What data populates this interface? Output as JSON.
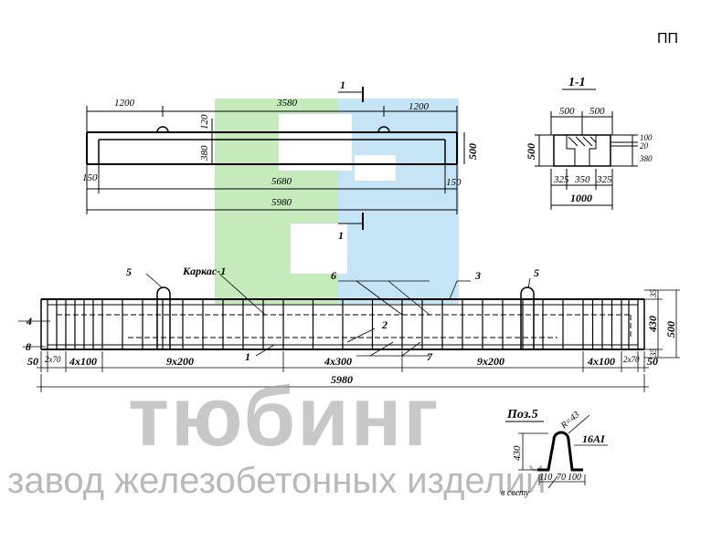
{
  "code": "ПП",
  "brand": {
    "name": "тюбинг",
    "tagline": "завод железобетонных изделий",
    "colors": {
      "green": "#bfe8b4",
      "blue": "#bfe2f5"
    }
  },
  "elevation": {
    "top_dims": [
      "1200",
      "3580",
      "1200"
    ],
    "height_dims": [
      "120",
      "380",
      "500"
    ],
    "bottom_dims": [
      "150",
      "5680",
      "150",
      "5980"
    ],
    "section_mark": "1"
  },
  "section": {
    "title": "1-1",
    "top_dims": [
      "500",
      "500"
    ],
    "left_dim": "500",
    "right_dims": [
      "100",
      "20",
      "380"
    ],
    "bottom_dims": [
      "325",
      "350",
      "325",
      "1000"
    ]
  },
  "cage": {
    "label": "Каркас-1",
    "positions": [
      "5",
      "6",
      "3",
      "5",
      "4",
      "2",
      "8",
      "1",
      "7"
    ],
    "right_dims": [
      "35",
      "430",
      "35",
      "500"
    ],
    "spacing": [
      "50",
      "2x70",
      "4x100",
      "9x200",
      "4x300",
      "9x200",
      "4x100",
      "2x70",
      "50"
    ],
    "total": "5980"
  },
  "detail": {
    "title": "Поз.5",
    "radius": "R=43",
    "bar": "16AI",
    "height": "430",
    "bottom_dims": [
      "110",
      "70",
      "100"
    ],
    "note": "в свету"
  }
}
